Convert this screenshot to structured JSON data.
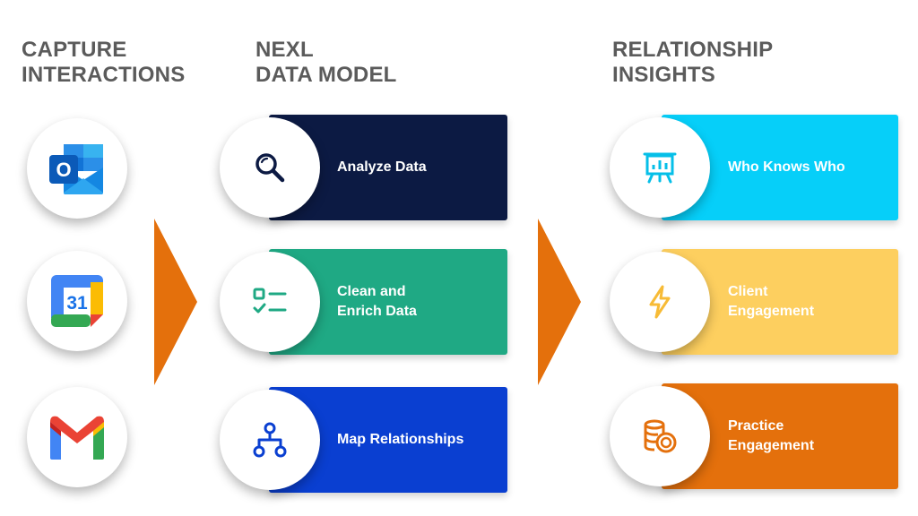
{
  "columns": [
    {
      "heading": [
        "CAPTURE",
        "INTERACTIONS"
      ]
    },
    {
      "heading": [
        "NEXL",
        "DATA MODEL"
      ]
    },
    {
      "heading": [
        "RELATIONSHIP",
        "INSIGHTS"
      ]
    }
  ],
  "sources": [
    {
      "name": "outlook",
      "icon": "outlook-logo-icon",
      "badge": "O"
    },
    {
      "name": "google-calendar",
      "icon": "google-calendar-logo-icon",
      "badge": "31"
    },
    {
      "name": "gmail",
      "icon": "gmail-logo-icon"
    }
  ],
  "steps": [
    {
      "label": [
        "Analyze Data"
      ],
      "color": "#0c1a43",
      "icon": "magnifier-icon"
    },
    {
      "label": [
        "Clean and",
        "Enrich Data"
      ],
      "color": "#1fa984",
      "icon": "checklist-icon"
    },
    {
      "label": [
        "Map Relationships"
      ],
      "color": "#0a3fd1",
      "icon": "hierarchy-icon"
    }
  ],
  "insights": [
    {
      "label": [
        "Who Knows Who"
      ],
      "color": "#06cff9",
      "icon": "presentation-board-icon"
    },
    {
      "label": [
        "Client",
        "Engagement"
      ],
      "color": "#fdcf5f",
      "icon": "lightning-icon"
    },
    {
      "label": [
        "Practice",
        "Engagement"
      ],
      "color": "#e4700c",
      "icon": "coins-icon"
    }
  ],
  "arrow_color": "#e4700c"
}
